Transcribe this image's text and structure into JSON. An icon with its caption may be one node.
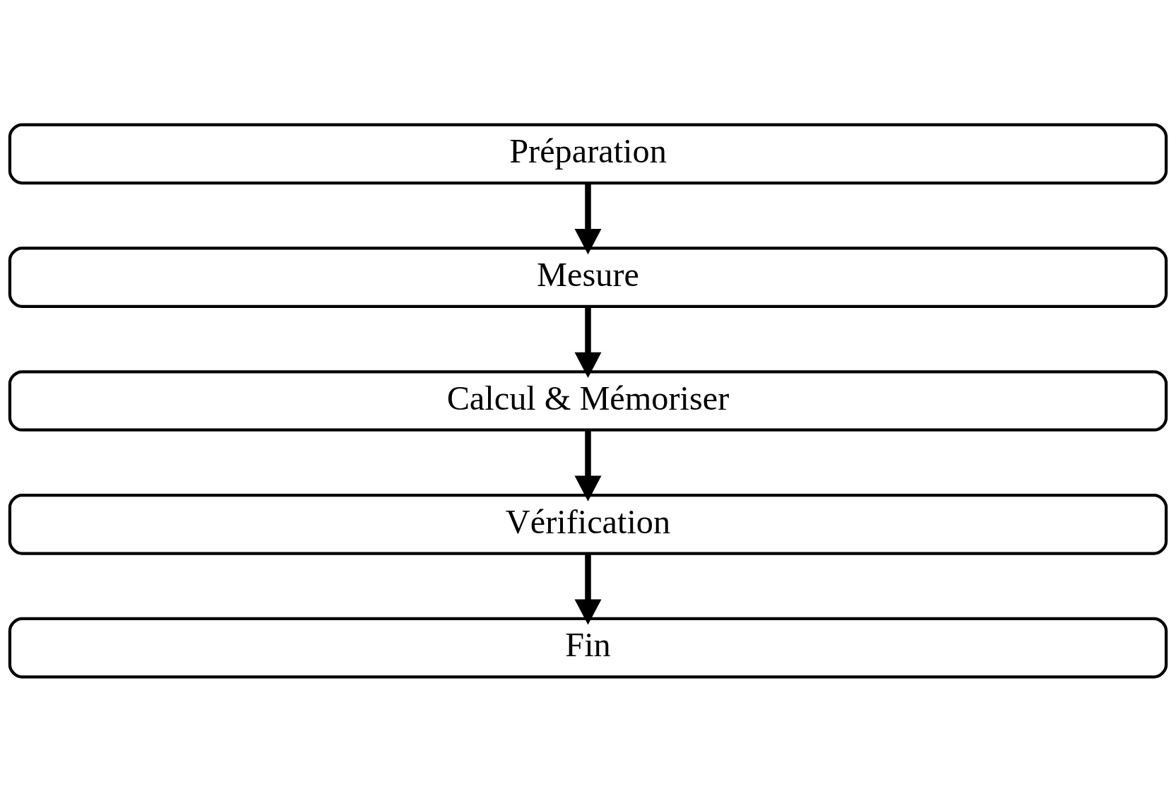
{
  "diagram": {
    "nodes": [
      {
        "text": [
          "Préparation"
        ]
      },
      {
        "text": [
          "Mesure"
        ]
      },
      {
        "text": [
          "Calcul & Mémoriser"
        ]
      },
      {
        "text": [
          "Vérification"
        ]
      },
      {
        "text": [
          "Fin"
        ]
      }
    ],
    "edges": [
      {
        "from": 0,
        "to": 1,
        "arrow": "to"
      },
      {
        "from": 1,
        "to": 2,
        "arrow": "to"
      },
      {
        "from": 2,
        "to": 3,
        "arrow": "to"
      },
      {
        "from": 3,
        "to": 4,
        "arrow": "to"
      }
    ]
  }
}
